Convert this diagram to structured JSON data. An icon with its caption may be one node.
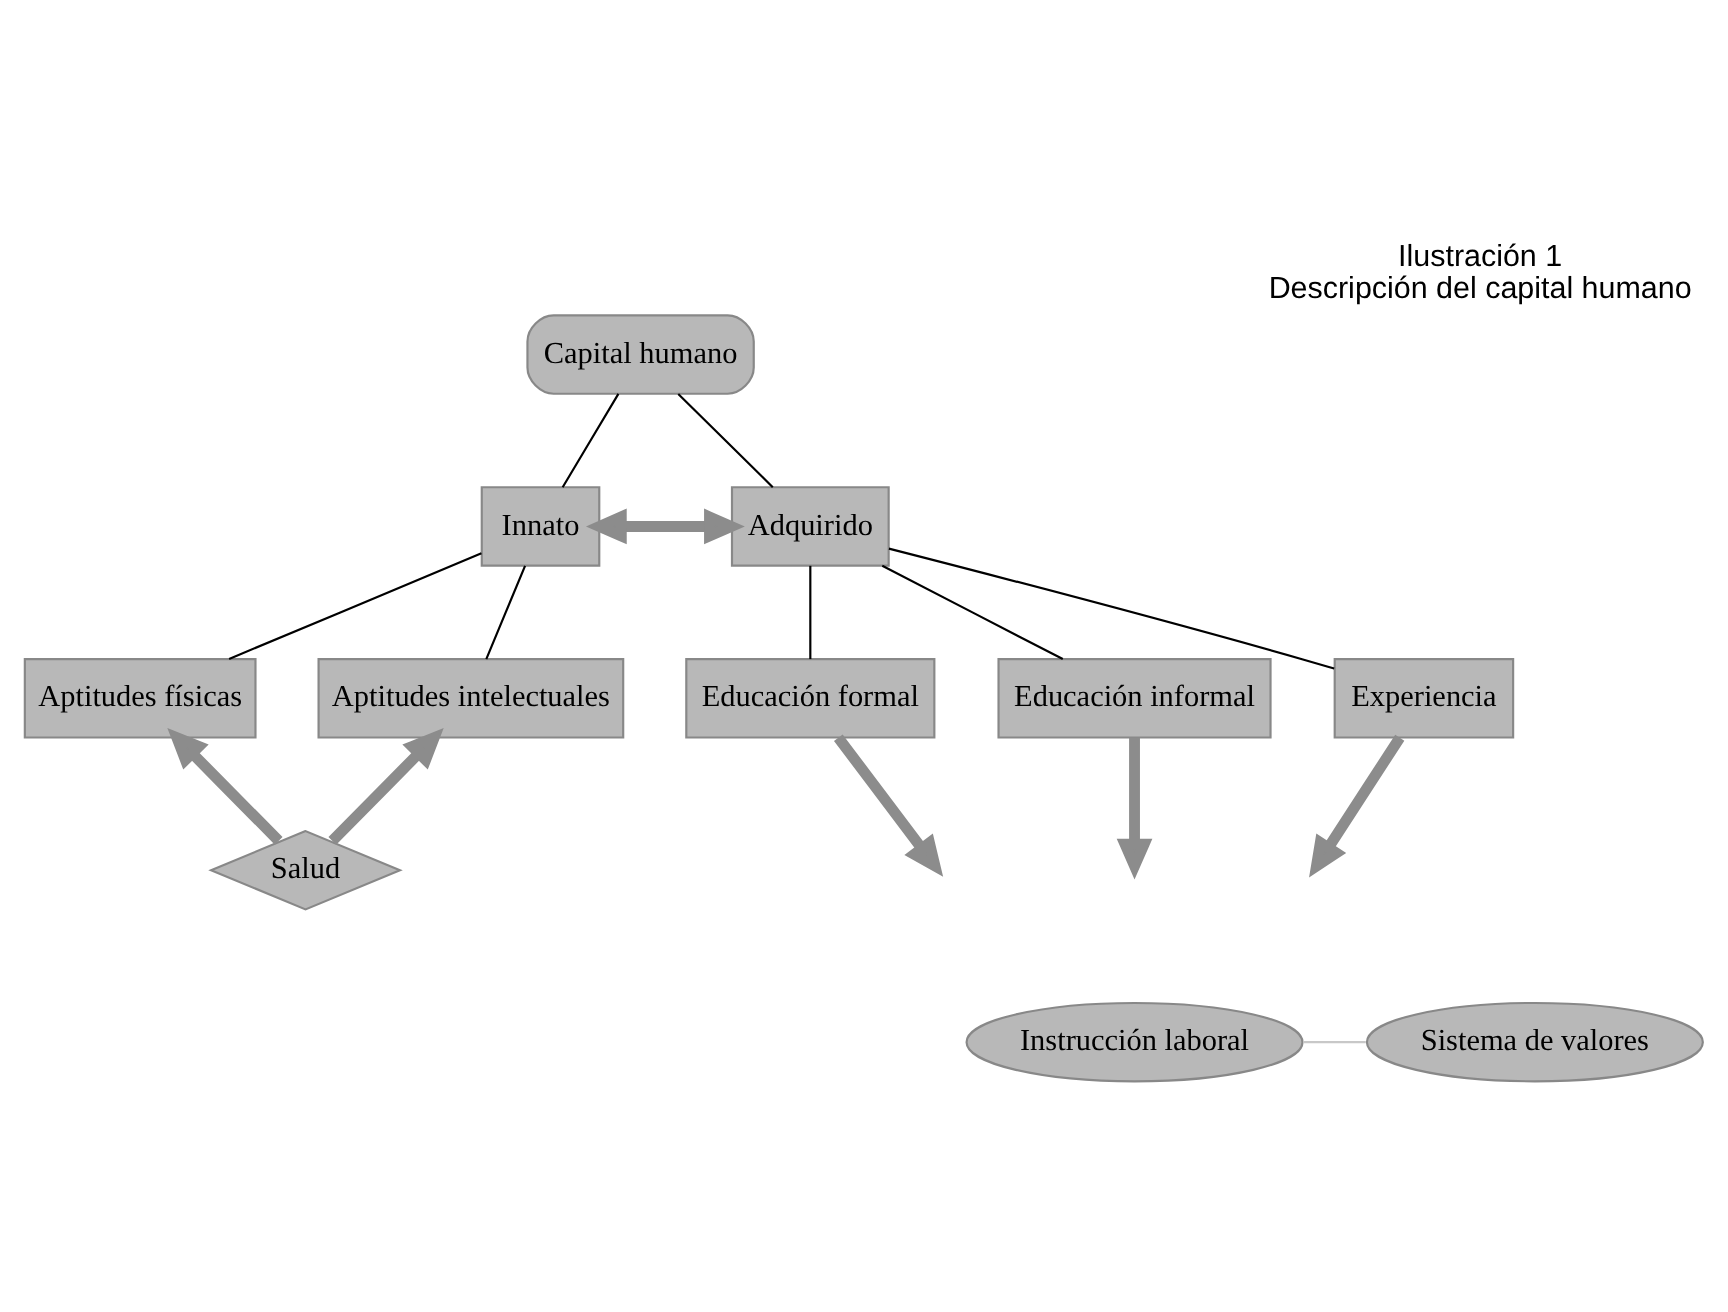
{
  "diagram": {
    "title": "Ilustración 1",
    "caption": "Descripción del capital humano",
    "nodes": [
      {
        "text": [
          "Capital humano"
        ]
      },
      {
        "text": [
          "Innato"
        ]
      },
      {
        "text": [
          "Adquirido"
        ]
      },
      {
        "text": [
          "Aptitudes físicas"
        ]
      },
      {
        "text": [
          "Aptitudes intelectuales"
        ]
      },
      {
        "text": [
          "Educación formal"
        ]
      },
      {
        "text": [
          "Educación informal"
        ]
      },
      {
        "text": [
          "Experiencia"
        ]
      },
      {
        "text": [
          "Salud"
        ]
      },
      {
        "text": [
          "Instrucción laboral"
        ]
      },
      {
        "text": [
          "Sistema de valores"
        ]
      }
    ],
    "edges": [
      {
        "from": 0,
        "to": 1,
        "arrow": "none"
      },
      {
        "from": 0,
        "to": 2,
        "arrow": "none"
      },
      {
        "from": 1,
        "to": 2,
        "arrow": "both",
        "style": "thick",
        "color": "#8c8c8c"
      },
      {
        "from": 1,
        "to": 3,
        "arrow": "none"
      },
      {
        "from": 1,
        "to": 4,
        "arrow": "none"
      },
      {
        "from": 2,
        "to": 5,
        "arrow": "none"
      },
      {
        "from": 2,
        "to": 6,
        "arrow": "none"
      },
      {
        "from": 2,
        "to": 7,
        "arrow": "none"
      },
      {
        "from": 8,
        "to": 3,
        "arrow": "to",
        "style": "thick",
        "color": "#8c8c8c"
      },
      {
        "from": 8,
        "to": 4,
        "arrow": "to",
        "style": "thick",
        "color": "#8c8c8c"
      },
      {
        "from": 5,
        "to": null,
        "arrow": "to",
        "style": "thick",
        "color": "#8c8c8c"
      },
      {
        "from": 6,
        "to": null,
        "arrow": "to",
        "style": "thick",
        "color": "#8c8c8c"
      },
      {
        "from": 7,
        "to": null,
        "arrow": "to",
        "style": "thick",
        "color": "#8c8c8c"
      },
      {
        "from": 9,
        "to": 10,
        "arrow": "none",
        "color": "#c8c8c8"
      }
    ]
  }
}
